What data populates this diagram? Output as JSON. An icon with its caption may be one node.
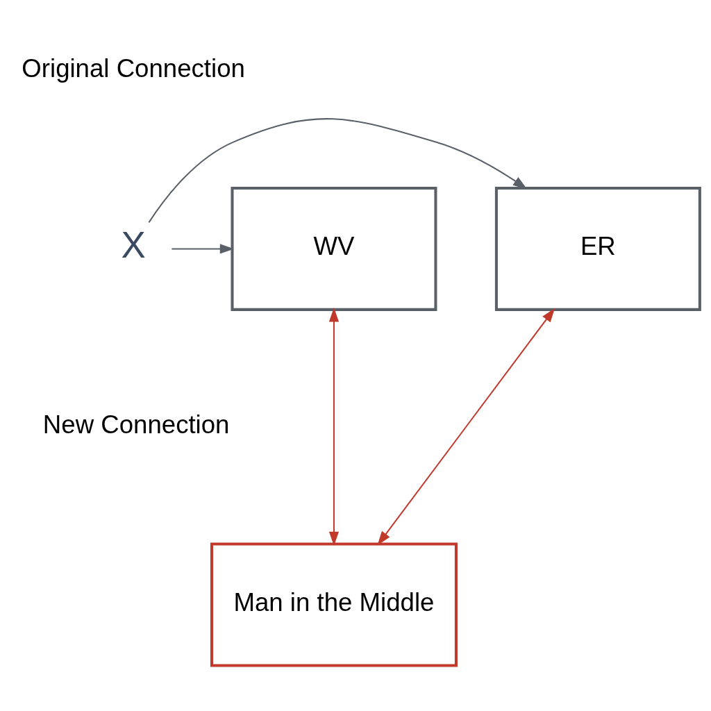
{
  "diagram": {
    "nodes": [
      {
        "text": [
          "ER"
        ]
      },
      {
        "text": [
          "X"
        ]
      },
      {
        "text": [
          "WV"
        ]
      },
      {
        "text": [
          "Man in the Middle"
        ]
      }
    ],
    "edges": [
      {
        "from": 1,
        "to": 0,
        "arrow": "to"
      },
      {
        "from": 1,
        "to": 2,
        "arrow": "to"
      },
      {
        "from": 0,
        "to": 3,
        "arrow": "both",
        "color": "#c0392b"
      },
      {
        "from": 3,
        "to": 2,
        "arrow": "both",
        "color": "#c0392b"
      }
    ],
    "labels": [
      "Original Connection",
      "New Connection"
    ]
  }
}
